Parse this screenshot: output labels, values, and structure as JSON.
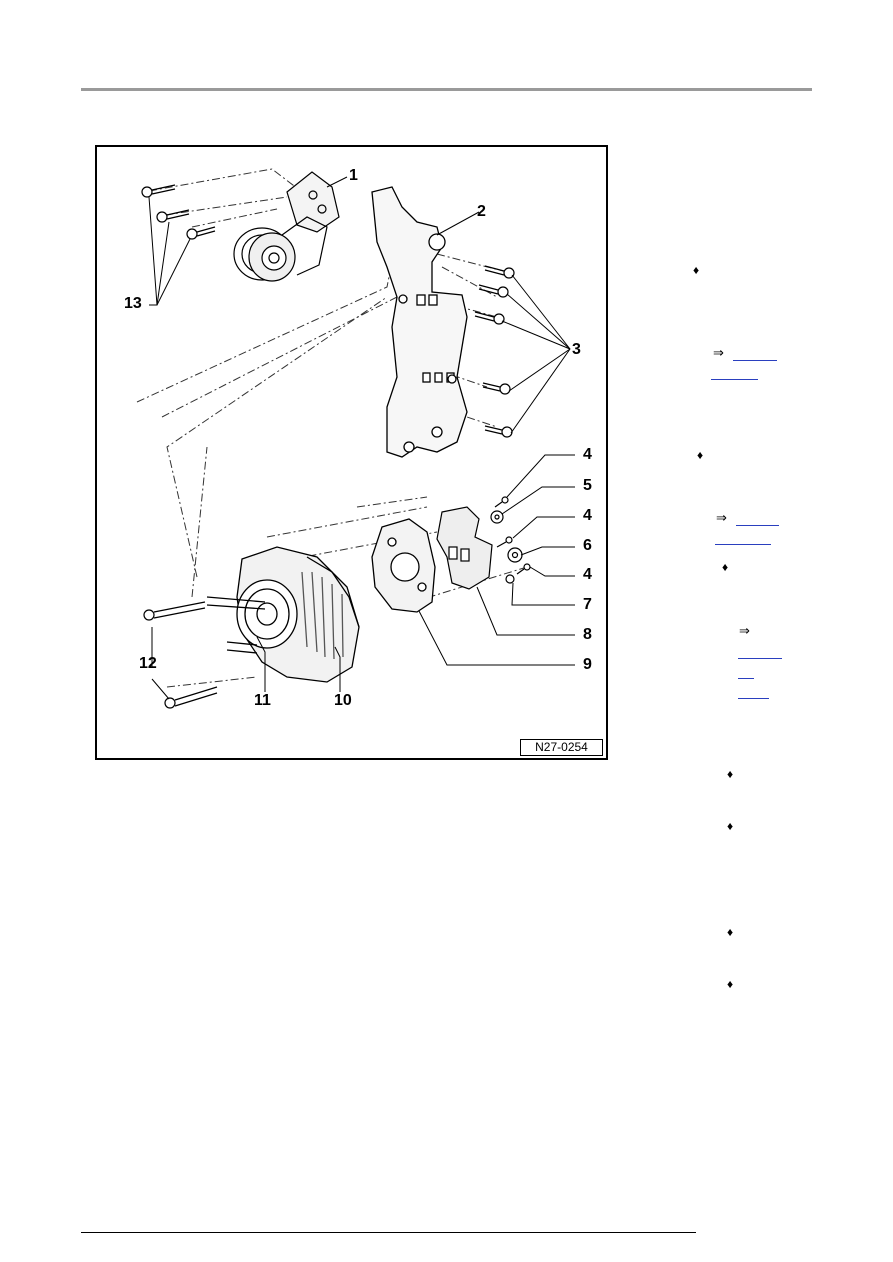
{
  "figure": {
    "id_label": "N27-0254",
    "callouts": [
      "1",
      "2",
      "3",
      "4",
      "5",
      "4",
      "6",
      "4",
      "7",
      "8",
      "9",
      "10",
      "11",
      "12",
      "13"
    ]
  },
  "side_column": {
    "bullet_glyph": "♦",
    "arrow_glyph": "⇒",
    "link_color": "#2a3fbf"
  }
}
